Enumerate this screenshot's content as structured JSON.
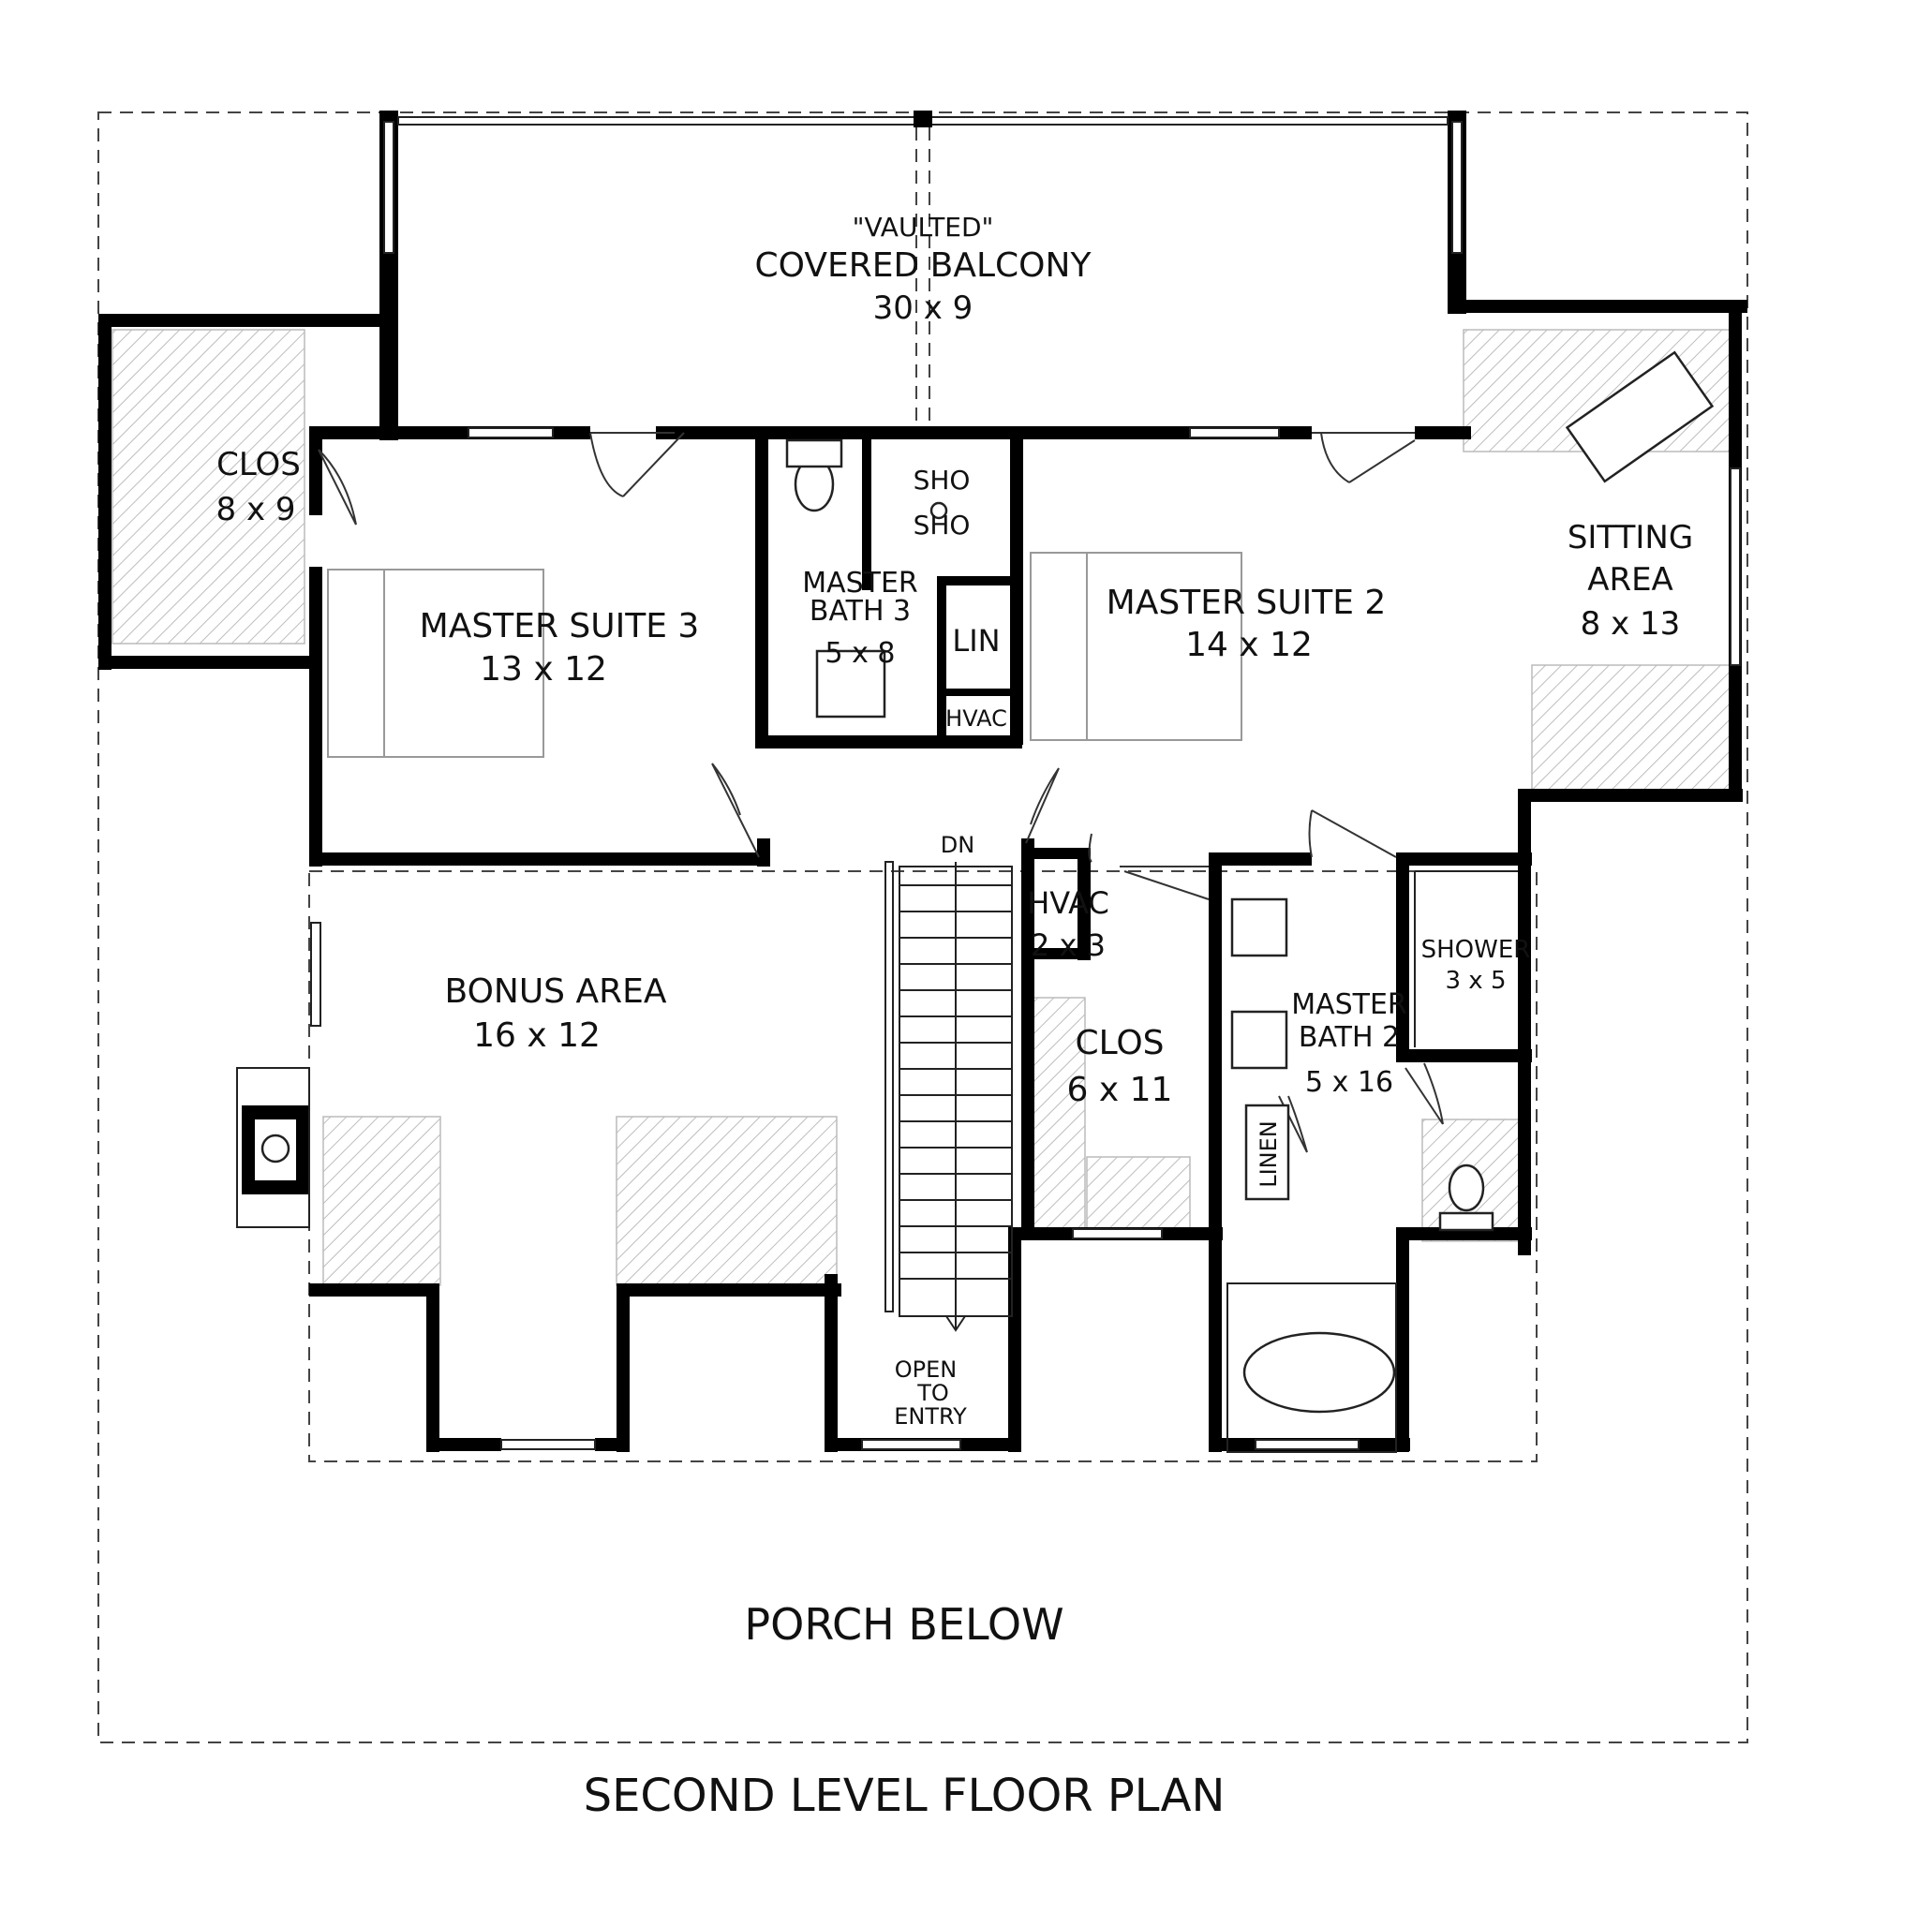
{
  "plan": {
    "title": "SECOND LEVEL FLOOR PLAN",
    "porch_label": "PORCH BELOW",
    "balcony": {
      "line1": "\"VAULTED\"",
      "line2": "COVERED BALCONY",
      "size": "30 x 9"
    },
    "rooms": {
      "clos_left": {
        "name": "CLOS",
        "size": "8 x 9"
      },
      "master_suite_3": {
        "name": "MASTER SUITE 3",
        "size": "13 x 12"
      },
      "master_bath_3": {
        "line1": "MASTER",
        "line2": "BATH 3",
        "size": "5 x 8"
      },
      "shower_top": {
        "line1": "SHO",
        "line2": "SHO"
      },
      "lin": {
        "name": "LIN"
      },
      "hvac_small": {
        "name": "HVAC"
      },
      "master_suite_2": {
        "name": "MASTER SUITE 2",
        "size": "14 x 12"
      },
      "sitting_area": {
        "line1": "SITTING",
        "line2": "AREA",
        "size": "8 x 13"
      },
      "bonus_area": {
        "name": "BONUS AREA",
        "size": "16 x 12"
      },
      "stairs": {
        "dn": "DN",
        "open1": "OPEN",
        "open2": "TO",
        "open3": "ENTRY"
      },
      "hvac_2x3": {
        "name": "HVAC",
        "size": "2 x 3"
      },
      "clos_center": {
        "name": "CLOS",
        "size": "6 x 11"
      },
      "master_bath_2": {
        "line1": "MASTER",
        "line2": "BATH 2",
        "size": "5 x 16"
      },
      "shower_3x5": {
        "name": "SHOWER",
        "size": "3 x 5"
      },
      "linen": {
        "name": "LINEN"
      }
    }
  }
}
